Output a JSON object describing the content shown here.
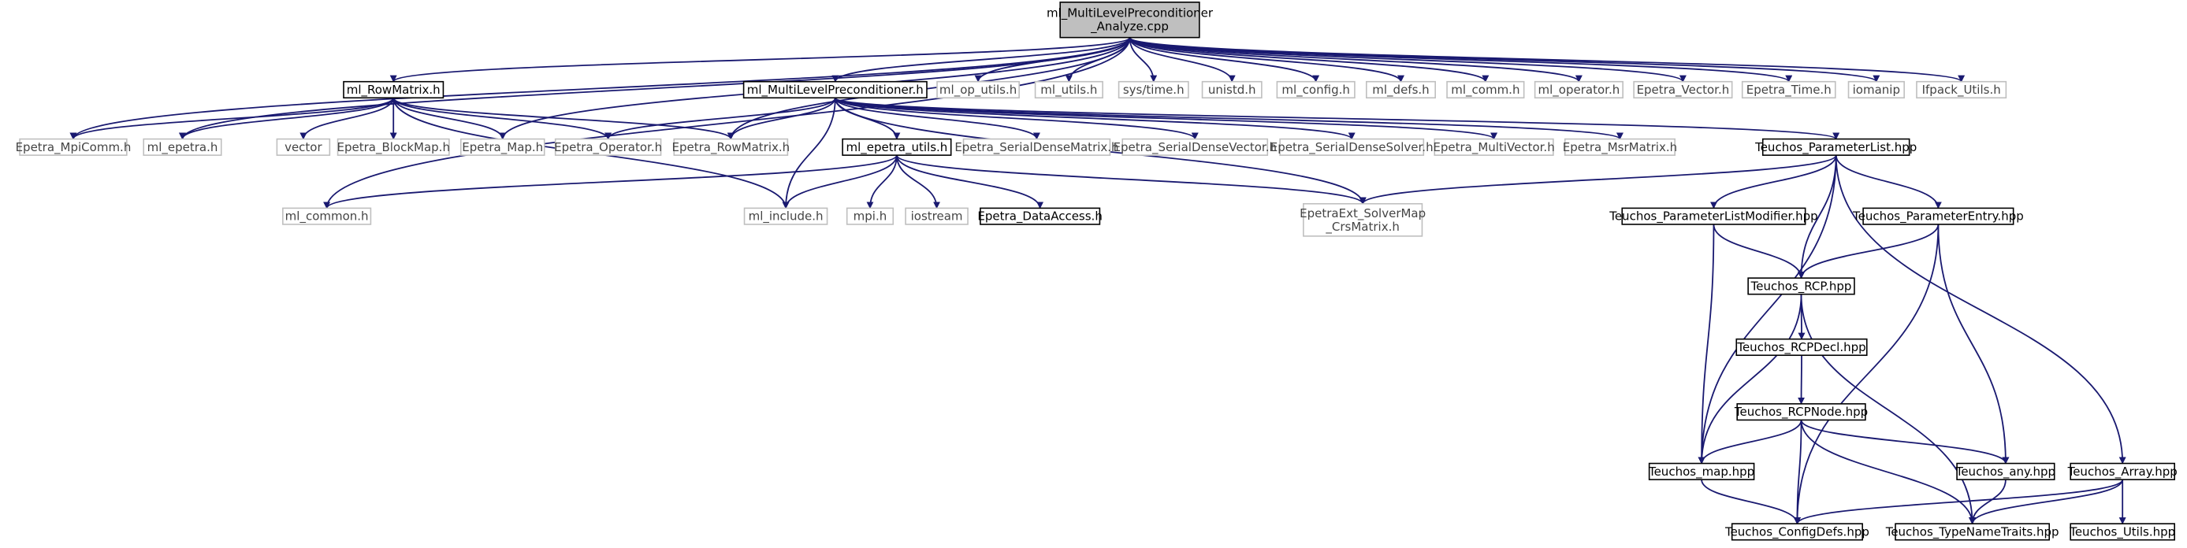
{
  "title": "ml_MultiLevelPreconditioner_Analyze.cpp",
  "colors": {
    "edge": "#191970",
    "box_black": "#000000",
    "box_gray": "#bfbfbf",
    "root_fill": "#bfbfbf",
    "text_black": "#000000",
    "text_gray": "#444444"
  },
  "nodes": [
    {
      "id": "root",
      "lines": [
        "ml_MultiLevelPreconditioner",
        "_Analyze.cpp"
      ],
      "style": "root"
    },
    {
      "id": "ml_RowMatrix_h",
      "lines": [
        "ml_RowMatrix.h"
      ],
      "style": "black"
    },
    {
      "id": "ml_MultiLevelPreconditioner_h",
      "lines": [
        "ml_MultiLevelPreconditioner.h"
      ],
      "style": "black"
    },
    {
      "id": "ml_op_utils_h",
      "lines": [
        "ml_op_utils.h"
      ],
      "style": "gray"
    },
    {
      "id": "ml_utils_h",
      "lines": [
        "ml_utils.h"
      ],
      "style": "gray"
    },
    {
      "id": "sys_time_h",
      "lines": [
        "sys/time.h"
      ],
      "style": "gray"
    },
    {
      "id": "unistd_h",
      "lines": [
        "unistd.h"
      ],
      "style": "gray"
    },
    {
      "id": "ml_config_h",
      "lines": [
        "ml_config.h"
      ],
      "style": "gray"
    },
    {
      "id": "ml_defs_h",
      "lines": [
        "ml_defs.h"
      ],
      "style": "gray"
    },
    {
      "id": "ml_comm_h",
      "lines": [
        "ml_comm.h"
      ],
      "style": "gray"
    },
    {
      "id": "ml_operator_h",
      "lines": [
        "ml_operator.h"
      ],
      "style": "gray"
    },
    {
      "id": "Epetra_Vector_h",
      "lines": [
        "Epetra_Vector.h"
      ],
      "style": "gray"
    },
    {
      "id": "Epetra_Time_h",
      "lines": [
        "Epetra_Time.h"
      ],
      "style": "gray"
    },
    {
      "id": "iomanip",
      "lines": [
        "iomanip"
      ],
      "style": "gray"
    },
    {
      "id": "Ifpack_Utils_h",
      "lines": [
        "Ifpack_Utils.h"
      ],
      "style": "gray"
    },
    {
      "id": "Epetra_MpiComm_h",
      "lines": [
        "Epetra_MpiComm.h"
      ],
      "style": "gray"
    },
    {
      "id": "ml_epetra_h",
      "lines": [
        "ml_epetra.h"
      ],
      "style": "gray"
    },
    {
      "id": "vector",
      "lines": [
        "vector"
      ],
      "style": "gray"
    },
    {
      "id": "Epetra_BlockMap_h",
      "lines": [
        "Epetra_BlockMap.h"
      ],
      "style": "gray"
    },
    {
      "id": "Epetra_Map_h",
      "lines": [
        "Epetra_Map.h"
      ],
      "style": "gray"
    },
    {
      "id": "Epetra_Operator_h",
      "lines": [
        "Epetra_Operator.h"
      ],
      "style": "gray"
    },
    {
      "id": "Epetra_RowMatrix_h",
      "lines": [
        "Epetra_RowMatrix.h"
      ],
      "style": "gray"
    },
    {
      "id": "ml_epetra_utils_h",
      "lines": [
        "ml_epetra_utils.h"
      ],
      "style": "black"
    },
    {
      "id": "Epetra_SerialDenseMatrix_h",
      "lines": [
        "Epetra_SerialDenseMatrix.h"
      ],
      "style": "gray"
    },
    {
      "id": "Epetra_SerialDenseVector_h",
      "lines": [
        "Epetra_SerialDenseVector.h"
      ],
      "style": "gray"
    },
    {
      "id": "Epetra_SerialDenseSolver_h",
      "lines": [
        "Epetra_SerialDenseSolver.h"
      ],
      "style": "gray"
    },
    {
      "id": "Epetra_MultiVector_h",
      "lines": [
        "Epetra_MultiVector.h"
      ],
      "style": "gray"
    },
    {
      "id": "Epetra_MsrMatrix_h",
      "lines": [
        "Epetra_MsrMatrix.h"
      ],
      "style": "gray"
    },
    {
      "id": "Teuchos_ParameterList_hpp",
      "lines": [
        "Teuchos_ParameterList.hpp"
      ],
      "style": "black"
    },
    {
      "id": "ml_common_h",
      "lines": [
        "ml_common.h"
      ],
      "style": "gray"
    },
    {
      "id": "ml_include_h",
      "lines": [
        "ml_include.h"
      ],
      "style": "gray"
    },
    {
      "id": "mpi_h",
      "lines": [
        "mpi.h"
      ],
      "style": "gray"
    },
    {
      "id": "iostream",
      "lines": [
        "iostream"
      ],
      "style": "gray"
    },
    {
      "id": "Epetra_DataAccess_h",
      "lines": [
        "Epetra_DataAccess.h"
      ],
      "style": "black"
    },
    {
      "id": "EpetraExt_SolverMap_CrsMatrix_h",
      "lines": [
        "EpetraExt_SolverMap",
        "_CrsMatrix.h"
      ],
      "style": "gray"
    },
    {
      "id": "Teuchos_ParameterListModifier_hpp",
      "lines": [
        "Teuchos_ParameterListModifier.hpp"
      ],
      "style": "black"
    },
    {
      "id": "Teuchos_ParameterEntry_hpp",
      "lines": [
        "Teuchos_ParameterEntry.hpp"
      ],
      "style": "black"
    },
    {
      "id": "Teuchos_RCP_hpp",
      "lines": [
        "Teuchos_RCP.hpp"
      ],
      "style": "black"
    },
    {
      "id": "Teuchos_RCPDecl_hpp",
      "lines": [
        "Teuchos_RCPDecl.hpp"
      ],
      "style": "black"
    },
    {
      "id": "Teuchos_RCPNode_hpp",
      "lines": [
        "Teuchos_RCPNode.hpp"
      ],
      "style": "black"
    },
    {
      "id": "Teuchos_map_hpp",
      "lines": [
        "Teuchos_map.hpp"
      ],
      "style": "black"
    },
    {
      "id": "Teuchos_any_hpp",
      "lines": [
        "Teuchos_any.hpp"
      ],
      "style": "black"
    },
    {
      "id": "Teuchos_Array_hpp",
      "lines": [
        "Teuchos_Array.hpp"
      ],
      "style": "black"
    },
    {
      "id": "Teuchos_ConfigDefs_hpp",
      "lines": [
        "Teuchos_ConfigDefs.hpp"
      ],
      "style": "black"
    },
    {
      "id": "Teuchos_TypeNameTraits_hpp",
      "lines": [
        "Teuchos_TypeNameTraits.hpp"
      ],
      "style": "black"
    },
    {
      "id": "Teuchos_Utils_hpp",
      "lines": [
        "Teuchos_Utils.hpp"
      ],
      "style": "black"
    }
  ],
  "edges": [
    [
      "root",
      "ml_RowMatrix_h"
    ],
    [
      "root",
      "ml_MultiLevelPreconditioner_h"
    ],
    [
      "root",
      "ml_op_utils_h"
    ],
    [
      "root",
      "ml_utils_h"
    ],
    [
      "root",
      "sys_time_h"
    ],
    [
      "root",
      "unistd_h"
    ],
    [
      "root",
      "ml_config_h"
    ],
    [
      "root",
      "ml_defs_h"
    ],
    [
      "root",
      "ml_comm_h"
    ],
    [
      "root",
      "ml_operator_h"
    ],
    [
      "root",
      "Epetra_Vector_h"
    ],
    [
      "root",
      "Epetra_Time_h"
    ],
    [
      "root",
      "iomanip"
    ],
    [
      "root",
      "Ifpack_Utils_h"
    ],
    [
      "root",
      "Epetra_MpiComm_h"
    ],
    [
      "root",
      "ml_epetra_h"
    ],
    [
      "root",
      "Epetra_Map_h"
    ],
    [
      "root",
      "Epetra_RowMatrix_h"
    ],
    [
      "root",
      "ml_common_h"
    ],
    [
      "ml_RowMatrix_h",
      "Epetra_MpiComm_h"
    ],
    [
      "ml_RowMatrix_h",
      "ml_epetra_h"
    ],
    [
      "ml_RowMatrix_h",
      "vector"
    ],
    [
      "ml_RowMatrix_h",
      "Epetra_BlockMap_h"
    ],
    [
      "ml_RowMatrix_h",
      "Epetra_Map_h"
    ],
    [
      "ml_RowMatrix_h",
      "Epetra_Operator_h"
    ],
    [
      "ml_RowMatrix_h",
      "Epetra_RowMatrix_h"
    ],
    [
      "ml_RowMatrix_h",
      "ml_include_h"
    ],
    [
      "ml_MultiLevelPreconditioner_h",
      "Epetra_Operator_h"
    ],
    [
      "ml_MultiLevelPreconditioner_h",
      "Epetra_RowMatrix_h"
    ],
    [
      "ml_MultiLevelPreconditioner_h",
      "ml_include_h"
    ],
    [
      "ml_MultiLevelPreconditioner_h",
      "ml_epetra_utils_h"
    ],
    [
      "ml_MultiLevelPreconditioner_h",
      "Epetra_SerialDenseMatrix_h"
    ],
    [
      "ml_MultiLevelPreconditioner_h",
      "Epetra_SerialDenseVector_h"
    ],
    [
      "ml_MultiLevelPreconditioner_h",
      "Epetra_SerialDenseSolver_h"
    ],
    [
      "ml_MultiLevelPreconditioner_h",
      "Epetra_MultiVector_h"
    ],
    [
      "ml_MultiLevelPreconditioner_h",
      "Epetra_MsrMatrix_h"
    ],
    [
      "ml_MultiLevelPreconditioner_h",
      "Teuchos_ParameterList_hpp"
    ],
    [
      "ml_MultiLevelPreconditioner_h",
      "EpetraExt_SolverMap_CrsMatrix_h"
    ],
    [
      "ml_epetra_utils_h",
      "ml_common_h"
    ],
    [
      "ml_epetra_utils_h",
      "ml_include_h"
    ],
    [
      "ml_epetra_utils_h",
      "mpi_h"
    ],
    [
      "ml_epetra_utils_h",
      "iostream"
    ],
    [
      "ml_epetra_utils_h",
      "Epetra_DataAccess_h"
    ],
    [
      "ml_epetra_utils_h",
      "EpetraExt_SolverMap_CrsMatrix_h"
    ],
    [
      "Teuchos_ParameterList_hpp",
      "Teuchos_ParameterListModifier_hpp"
    ],
    [
      "Teuchos_ParameterList_hpp",
      "Teuchos_ParameterEntry_hpp"
    ],
    [
      "Teuchos_ParameterList_hpp",
      "Teuchos_RCP_hpp"
    ],
    [
      "Teuchos_ParameterList_hpp",
      "Teuchos_map_hpp"
    ],
    [
      "Teuchos_ParameterList_hpp",
      "Teuchos_Array_hpp"
    ],
    [
      "Teuchos_ParameterList_hpp",
      "EpetraExt_SolverMap_CrsMatrix_h"
    ],
    [
      "Teuchos_ParameterListModifier_hpp",
      "Teuchos_RCP_hpp"
    ],
    [
      "Teuchos_ParameterListModifier_hpp",
      "Teuchos_map_hpp"
    ],
    [
      "Teuchos_ParameterEntry_hpp",
      "Teuchos_RCP_hpp"
    ],
    [
      "Teuchos_ParameterEntry_hpp",
      "Teuchos_any_hpp"
    ],
    [
      "Teuchos_ParameterEntry_hpp",
      "Teuchos_ConfigDefs_hpp"
    ],
    [
      "Teuchos_RCP_hpp",
      "Teuchos_RCPDecl_hpp"
    ],
    [
      "Teuchos_RCP_hpp",
      "Teuchos_map_hpp"
    ],
    [
      "Teuchos_RCP_hpp",
      "Teuchos_TypeNameTraits_hpp"
    ],
    [
      "Teuchos_RCPDecl_hpp",
      "Teuchos_RCPNode_hpp"
    ],
    [
      "Teuchos_RCPNode_hpp",
      "Teuchos_map_hpp"
    ],
    [
      "Teuchos_RCPNode_hpp",
      "Teuchos_any_hpp"
    ],
    [
      "Teuchos_RCPNode_hpp",
      "Teuchos_ConfigDefs_hpp"
    ],
    [
      "Teuchos_RCPNode_hpp",
      "Teuchos_TypeNameTraits_hpp"
    ],
    [
      "Teuchos_map_hpp",
      "Teuchos_ConfigDefs_hpp"
    ],
    [
      "Teuchos_any_hpp",
      "Teuchos_TypeNameTraits_hpp"
    ],
    [
      "Teuchos_Array_hpp",
      "Teuchos_ConfigDefs_hpp"
    ],
    [
      "Teuchos_Array_hpp",
      "Teuchos_TypeNameTraits_hpp"
    ],
    [
      "Teuchos_Array_hpp",
      "Teuchos_Utils_hpp"
    ]
  ]
}
